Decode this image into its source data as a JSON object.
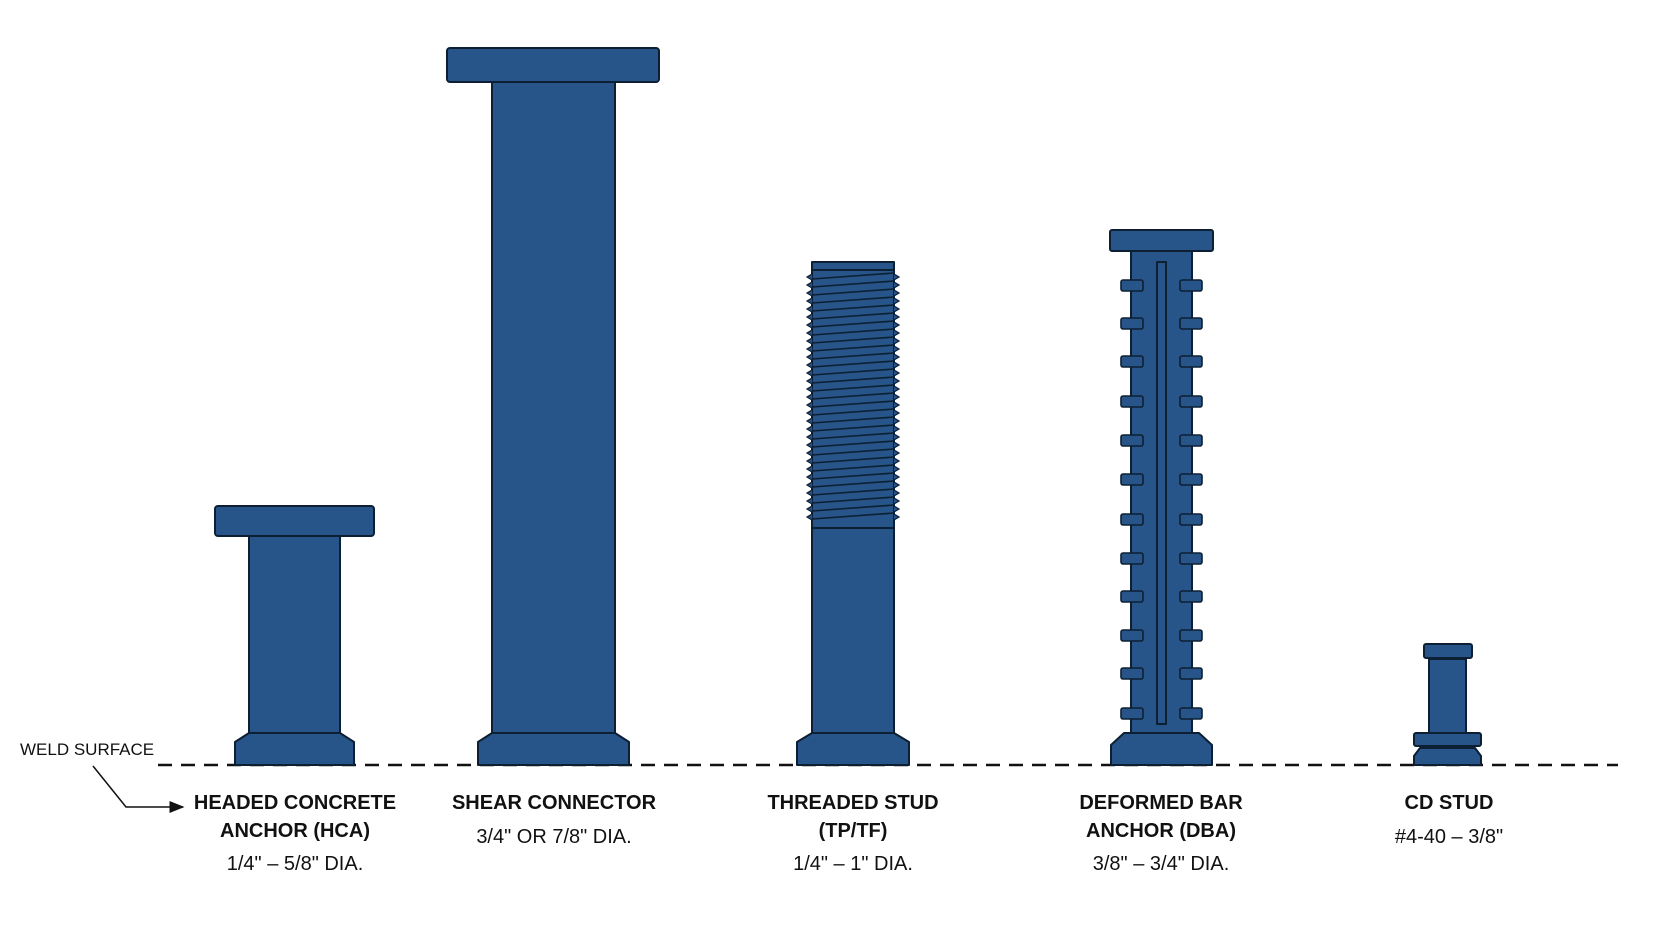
{
  "colors": {
    "stud_fill": "#27558a",
    "stud_stroke": "#0d1f33",
    "line": "#111111",
    "background": "#ffffff"
  },
  "weld_surface": {
    "label": "WELD SURFACE"
  },
  "studs": [
    {
      "id": "hca",
      "title_lines": [
        "HEADED CONCRETE",
        "ANCHOR (HCA)"
      ],
      "size": "1/4\" – 5/8\" DIA."
    },
    {
      "id": "shear",
      "title_lines": [
        "SHEAR CONNECTOR"
      ],
      "size": "3/4\" OR 7/8\" DIA."
    },
    {
      "id": "threaded",
      "title_lines": [
        "THREADED STUD",
        "(TP/TF)"
      ],
      "size": "1/4\" – 1\" DIA."
    },
    {
      "id": "dba",
      "title_lines": [
        "DEFORMED BAR",
        "ANCHOR (DBA)"
      ],
      "size": "3/8\" – 3/4\" DIA."
    },
    {
      "id": "cd",
      "title_lines": [
        "CD STUD"
      ],
      "size": "#4-40 – 3/8\""
    }
  ]
}
